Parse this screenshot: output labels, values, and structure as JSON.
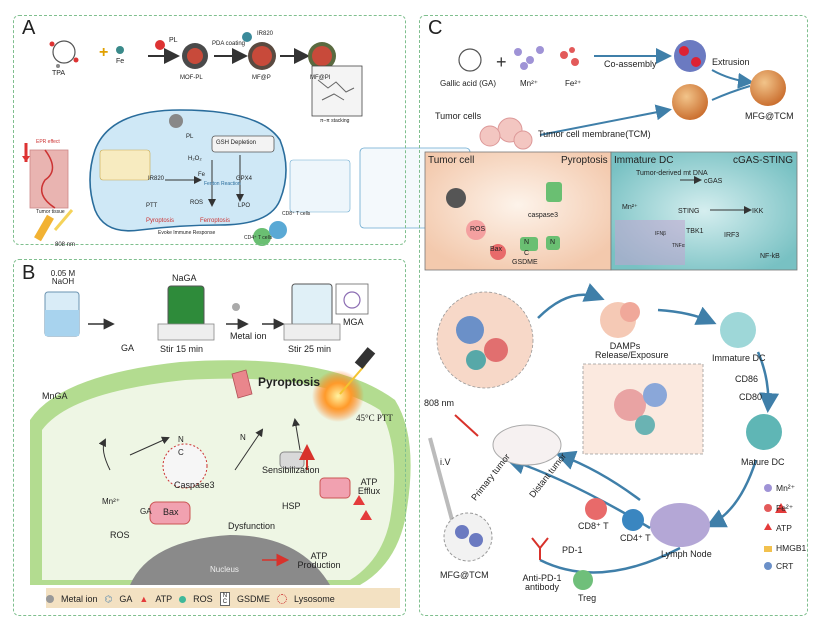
{
  "panels": {
    "a": {
      "label": "A",
      "tpa": "TPA",
      "fe": "Fe",
      "pl": "PL",
      "pda": "PDA coating",
      "ir820": "IR820",
      "mof": "MOF-PL",
      "mfp": "MF@P",
      "mfpi": "MF@PI",
      "pipi": "π–π stacking",
      "epr": "EPR effect",
      "tumor_tissue": "Tumor tissue",
      "nm808": "808 nm",
      "gsh": "GSH Depletion",
      "pl2": "PL",
      "h2o2": "H₂O₂",
      "fe2": "Fe",
      "fenton": "Fenton Reaction",
      "ir820b": "IR820",
      "ros": "ROS",
      "gpx4": "GPX4",
      "ptt": "PTT",
      "lpo": "LPO",
      "pyroptosis": "Pyroptosis",
      "ferroptosis": "Ferroptosis",
      "evoke": "Evoke Immune Response",
      "cd8": "CD8⁺ T cells",
      "cd4": "CD4⁺ T cells"
    },
    "b": {
      "label": "B",
      "naoh": "0.05 M NaOH",
      "ga": "GA",
      "naga": "NaGA",
      "stir15": "Stir 15 min",
      "metal": "Metal ion",
      "stir25": "Stir 25 min",
      "mga": "MGA",
      "pyroptosis": "Pyroptosis",
      "mnga": "MnGA",
      "ptt": "45°C PTT",
      "n": "N",
      "c": "C",
      "n2": "N",
      "caspase": "Caspase3",
      "sensibilization": "Sensibilization",
      "atp_efflux": "ATP Efflux",
      "mn": "Mn²⁺",
      "ga2": "GA",
      "ros": "ROS",
      "dysfunction": "Dysfunction",
      "hsp": "HSP",
      "bax": "Bax",
      "atp_production": "ATP Production",
      "nucleus": "Nucleus",
      "legend": [
        "Metal ion",
        "GA",
        "ATP",
        "ROS",
        "GSDME",
        "Lysosome"
      ],
      "legend_nc_n": "N",
      "legend_nc_c": "C"
    },
    "c": {
      "label": "C",
      "gallic": "Gallic acid (GA)",
      "mn": "Mn²⁺",
      "fe": "Fe²⁺",
      "coassembly": "Co-assembly",
      "extrusion": "Extrusion",
      "mfg_tcm": "MFG@TCM",
      "tumor_cells": "Tumor cells",
      "tcm": "Tumor cell membrane(TCM)",
      "tumor_cell": "Tumor cell",
      "pyroptosis": "Pyroptosis",
      "ros": "ROS",
      "caspase3": "caspase3",
      "bax": "Bax",
      "n": "N",
      "c": "C",
      "n2": "N",
      "gsdme": "GSDME",
      "immature_dc": "Immature DC",
      "cgas_sting": "cGAS-STING",
      "mtdna": "Tumor-derived mt DNA",
      "cgas": "cGAS",
      "mn2": "Mn²⁺",
      "sting": "STING",
      "ikk": "IKK",
      "tbk1": "TBK1",
      "irf3": "IRF3",
      "ifnb": "IFNβ",
      "tnfa": "TNFα",
      "nfkb": "NF-kB",
      "damps": "DAMPs Release/Exposure",
      "immature_dc2": "Immature DC",
      "cd86": "CD86",
      "cd80": "CD80",
      "mature_dc": "Mature DC",
      "nm808": "808 nm",
      "iv": "i.V",
      "primary": "Primary tumor",
      "distant": "Distant tumor",
      "cd8": "CD8⁺ T",
      "cd4": "CD4⁺ T",
      "pd1": "PD-1",
      "treg": "Treg",
      "antipd1": "Anti-PD-1 antibody",
      "mfg_tcm2": "MFG@TCM",
      "lymph": "Lymph Node",
      "legend": [
        "Mn²⁺",
        "Fe²⁺",
        "ATP",
        "HMGB1",
        "CRT"
      ]
    }
  },
  "colors": {
    "border": "#7fbf8e",
    "membrane": "#8fce7a",
    "red": "#d8322b",
    "blue_arrow": "#3f7fa9",
    "teal": "#5fb6b5"
  }
}
